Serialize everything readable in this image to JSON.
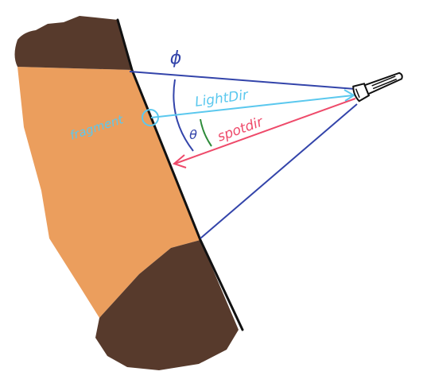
{
  "labels": {
    "phi": "ϕ",
    "theta": "θ",
    "light_dir": "LightDir",
    "spot_dir": "spotdir",
    "fragment": "fragment"
  },
  "colors": {
    "background": "#ffffff",
    "wall_lit": "#EB9E5D",
    "wall_dark": "#573A2C",
    "cutoff_lines": "#3344AA",
    "light_dir": "#5BC8EE",
    "spot_dir": "#EE4A6A",
    "theta_arc": "#2E8B3A",
    "outline": "#111111"
  },
  "icons": {
    "flashlight": "flashlight-icon"
  }
}
